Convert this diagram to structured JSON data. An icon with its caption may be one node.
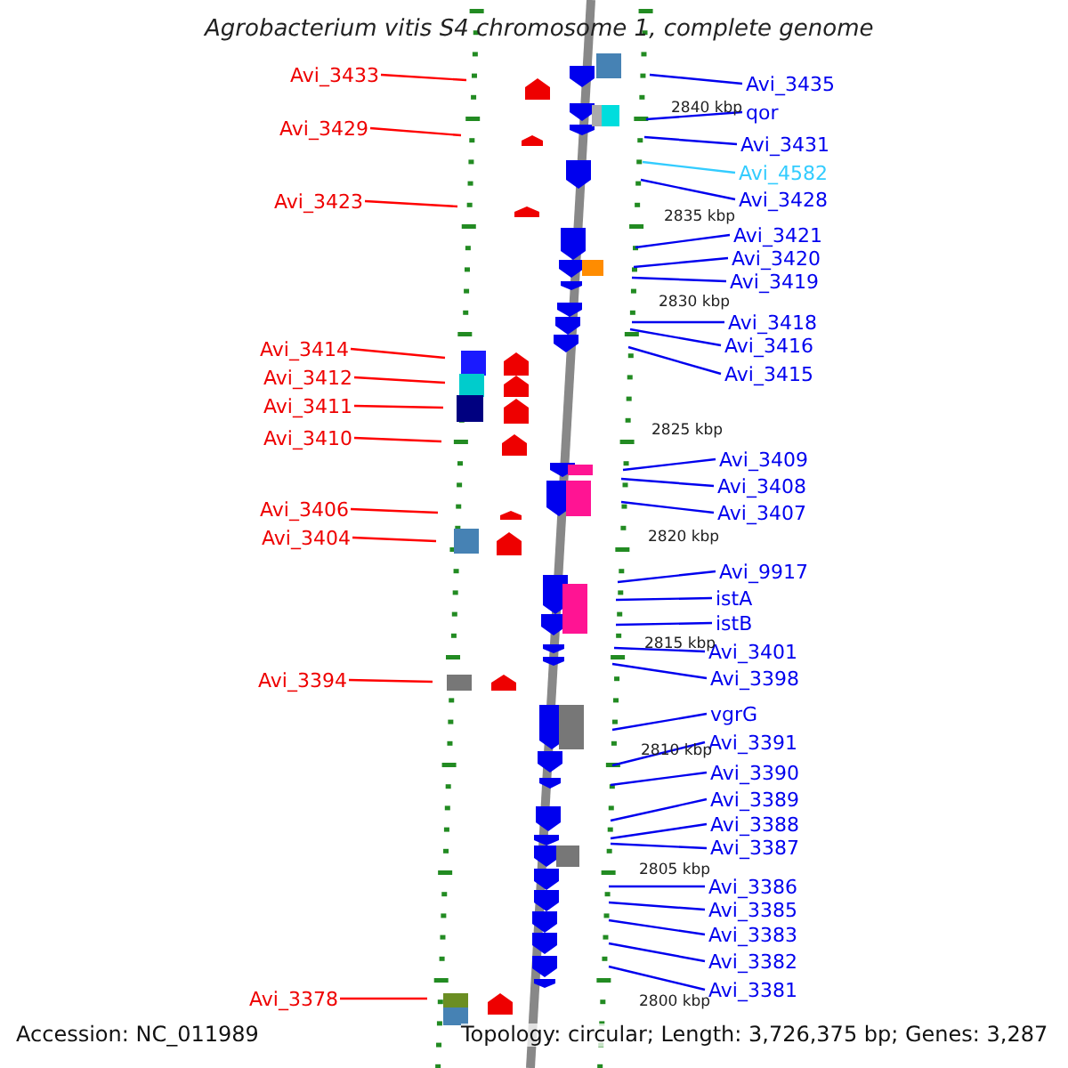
{
  "diagram": {
    "title": "Agrobacterium vitis S4 chromosome 1, complete genome",
    "nodes": [
      {
        "text": [
          "Avi_3433"
        ]
      },
      {
        "text": [
          "Avi_3429"
        ]
      },
      {
        "text": [
          "Avi_3423"
        ]
      },
      {
        "text": [
          "Avi_3414"
        ]
      },
      {
        "text": [
          "Avi_3412"
        ]
      },
      {
        "text": [
          "Avi_3411"
        ]
      },
      {
        "text": [
          "Avi_3410"
        ]
      },
      {
        "text": [
          "Avi_3406"
        ]
      },
      {
        "text": [
          "Avi_3404"
        ]
      },
      {
        "text": [
          "Avi_3394"
        ]
      },
      {
        "text": [
          "Avi_3378"
        ]
      },
      {
        "text": [
          "Avi_3435"
        ]
      },
      {
        "text": [
          "qor"
        ]
      },
      {
        "text": [
          "Avi_3431"
        ]
      },
      {
        "text": [
          "Avi_4582"
        ]
      },
      {
        "text": [
          "Avi_3428"
        ]
      },
      {
        "text": [
          "Avi_3421"
        ]
      },
      {
        "text": [
          "Avi_3420"
        ]
      },
      {
        "text": [
          "Avi_3419"
        ]
      },
      {
        "text": [
          "Avi_3418"
        ]
      },
      {
        "text": [
          "Avi_3416"
        ]
      },
      {
        "text": [
          "Avi_3415"
        ]
      },
      {
        "text": [
          "Avi_3409"
        ]
      },
      {
        "text": [
          "Avi_3408"
        ]
      },
      {
        "text": [
          "Avi_3407"
        ]
      },
      {
        "text": [
          "Avi_9917"
        ]
      },
      {
        "text": [
          "istA"
        ]
      },
      {
        "text": [
          "istB"
        ]
      },
      {
        "text": [
          "Avi_3401"
        ]
      },
      {
        "text": [
          "Avi_3398"
        ]
      },
      {
        "text": [
          "vgrG"
        ]
      },
      {
        "text": [
          "Avi_3391"
        ]
      },
      {
        "text": [
          "Avi_3390"
        ]
      },
      {
        "text": [
          "Avi_3389"
        ]
      },
      {
        "text": [
          "Avi_3388"
        ]
      },
      {
        "text": [
          "Avi_3387"
        ]
      },
      {
        "text": [
          "Avi_3386"
        ]
      },
      {
        "text": [
          "Avi_3385"
        ]
      },
      {
        "text": [
          "Avi_3383"
        ]
      },
      {
        "text": [
          "Avi_3382"
        ]
      },
      {
        "text": [
          "Avi_3381"
        ]
      }
    ],
    "edges": [
      {
        "from": 0,
        "to": null,
        "arrow": "none",
        "color": "#ff0000"
      },
      {
        "from": 1,
        "to": null,
        "arrow": "none",
        "color": "#ff0000"
      },
      {
        "from": 2,
        "to": null,
        "arrow": "none",
        "color": "#ff0000"
      },
      {
        "from": 3,
        "to": null,
        "arrow": "none",
        "color": "#ff0000"
      },
      {
        "from": 4,
        "to": null,
        "arrow": "none",
        "color": "#ff0000"
      },
      {
        "from": 5,
        "to": null,
        "arrow": "none",
        "color": "#ff0000"
      },
      {
        "from": 6,
        "to": null,
        "arrow": "none",
        "color": "#ff0000"
      },
      {
        "from": 7,
        "to": null,
        "arrow": "none",
        "color": "#ff0000"
      },
      {
        "from": 8,
        "to": null,
        "arrow": "none",
        "color": "#ff0000"
      },
      {
        "from": 9,
        "to": null,
        "arrow": "none",
        "color": "#ff0000"
      },
      {
        "from": 10,
        "to": null,
        "arrow": "none",
        "color": "#ff0000"
      },
      {
        "from": 11,
        "to": null,
        "arrow": "none"
      },
      {
        "from": 12,
        "to": null,
        "arrow": "none"
      },
      {
        "from": 13,
        "to": null,
        "arrow": "none"
      },
      {
        "from": 14,
        "to": null,
        "arrow": "none",
        "color": "#33ccff"
      },
      {
        "from": 15,
        "to": null,
        "arrow": "none"
      },
      {
        "from": 16,
        "to": null,
        "arrow": "none"
      },
      {
        "from": 17,
        "to": null,
        "arrow": "none"
      },
      {
        "from": 18,
        "to": null,
        "arrow": "none"
      },
      {
        "from": 19,
        "to": null,
        "arrow": "none"
      },
      {
        "from": 20,
        "to": null,
        "arrow": "none"
      },
      {
        "from": 21,
        "to": null,
        "arrow": "none"
      },
      {
        "from": 22,
        "to": null,
        "arrow": "none"
      },
      {
        "from": 23,
        "to": null,
        "arrow": "none"
      },
      {
        "from": 24,
        "to": null,
        "arrow": "none"
      },
      {
        "from": 25,
        "to": null,
        "arrow": "none"
      },
      {
        "from": 26,
        "to": null,
        "arrow": "none"
      },
      {
        "from": 27,
        "to": null,
        "arrow": "none"
      },
      {
        "from": 28,
        "to": null,
        "arrow": "none"
      },
      {
        "from": 29,
        "to": null,
        "arrow": "none"
      },
      {
        "from": 30,
        "to": null,
        "arrow": "none"
      },
      {
        "from": 31,
        "to": null,
        "arrow": "none"
      },
      {
        "from": 32,
        "to": null,
        "arrow": "none"
      },
      {
        "from": 33,
        "to": null,
        "arrow": "none"
      },
      {
        "from": 34,
        "to": null,
        "arrow": "none"
      },
      {
        "from": 35,
        "to": null,
        "arrow": "none"
      },
      {
        "from": 36,
        "to": null,
        "arrow": "none"
      },
      {
        "from": 37,
        "to": null,
        "arrow": "none"
      },
      {
        "from": 38,
        "to": null,
        "arrow": "none"
      },
      {
        "from": 39,
        "to": null,
        "arrow": "none"
      },
      {
        "from": 40,
        "to": null,
        "arrow": "none"
      }
    ],
    "labels": [
      "2840 kbp",
      "2835 kbp",
      "2830 kbp",
      "2825 kbp",
      "2820 kbp",
      "2815 kbp",
      "2810 kbp",
      "2805 kbp",
      "2800 kbp",
      "Accession: NC_011989",
      "Topology: circular; Length: 3,726,375 bp; Genes: 3,287"
    ]
  }
}
